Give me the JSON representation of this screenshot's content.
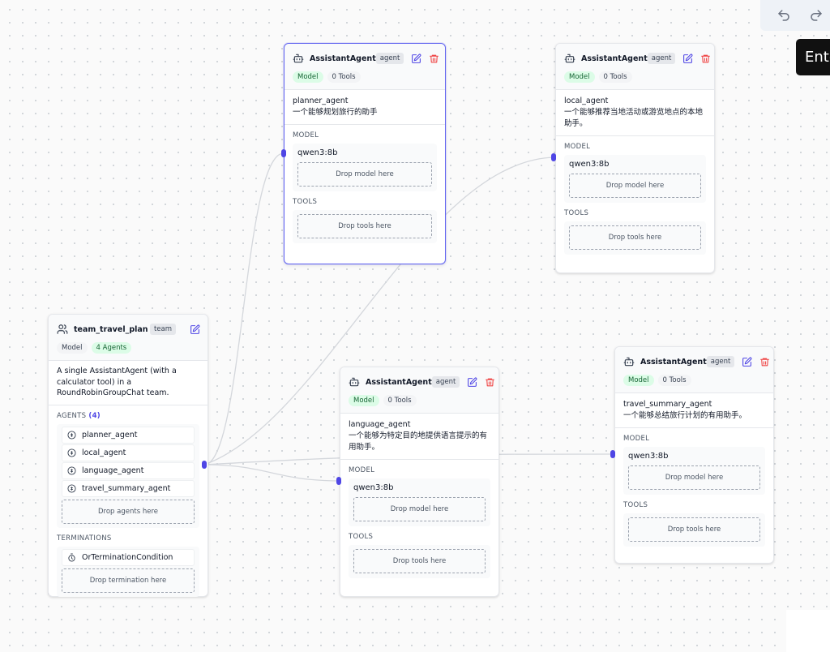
{
  "toolbar": {
    "undo_icon": "undo-icon",
    "redo_icon": "redo-icon",
    "tooltip_text": "Ente"
  },
  "team_node": {
    "icon": "users-icon",
    "title": "team_travel_plan",
    "badge": "team",
    "pill_model": "Model",
    "pill_agents": "4 Agents",
    "description": "A single AssistantAgent (with a calculator tool) in a RoundRobinGroupChat team.",
    "agents_label": "AGENTS",
    "agents_count": "(4)",
    "agents": [
      "planner_agent",
      "local_agent",
      "language_agent",
      "travel_summary_agent"
    ],
    "drop_agents": "Drop agents here",
    "terminations_label": "TERMINATIONS",
    "termination_item": "OrTerminationCondition",
    "drop_termination": "Drop termination here"
  },
  "agent_nodes": {
    "planner": {
      "title": "AssistantAgent",
      "badge": "agent",
      "pill_model": "Model",
      "pill_tools": "0 Tools",
      "name": "planner_agent",
      "description": "一个能够规划旅行的助手",
      "model_label": "MODEL",
      "model_name": "qwen3:8b",
      "drop_model": "Drop model here",
      "tools_label": "TOOLS",
      "drop_tools": "Drop tools here"
    },
    "local": {
      "title": "AssistantAgent",
      "badge": "agent",
      "pill_model": "Model",
      "pill_tools": "0 Tools",
      "name": "local_agent",
      "description_line1": "一个能够推荐当地活动或游览地点的本地",
      "description_line2": "助手。",
      "model_label": "MODEL",
      "model_name": "qwen3:8b",
      "drop_model": "Drop model here",
      "tools_label": "TOOLS",
      "drop_tools": "Drop tools here"
    },
    "language": {
      "title": "AssistantAgent",
      "badge": "agent",
      "pill_model": "Model",
      "pill_tools": "0 Tools",
      "name": "language_agent",
      "description_line1": "一个能够为特定目的地提供语言提示的有",
      "description_line2": "用助手。",
      "model_label": "MODEL",
      "model_name": "qwen3:8b",
      "drop_model": "Drop model here",
      "tools_label": "TOOLS",
      "drop_tools": "Drop tools here"
    },
    "summary": {
      "title": "AssistantAgent",
      "badge": "agent",
      "pill_model": "Model",
      "pill_tools": "0 Tools",
      "name": "travel_summary_agent",
      "description": "一个能够总结旅行计划的有用助手。",
      "model_label": "MODEL",
      "model_name": "qwen3:8b",
      "drop_model": "Drop model here",
      "tools_label": "TOOLS",
      "drop_tools": "Drop tools here"
    }
  },
  "colors": {
    "accent": "#4f46e5",
    "selected_border": "#6366f1",
    "delete": "#ef4444",
    "edge": "#d1d5db"
  }
}
